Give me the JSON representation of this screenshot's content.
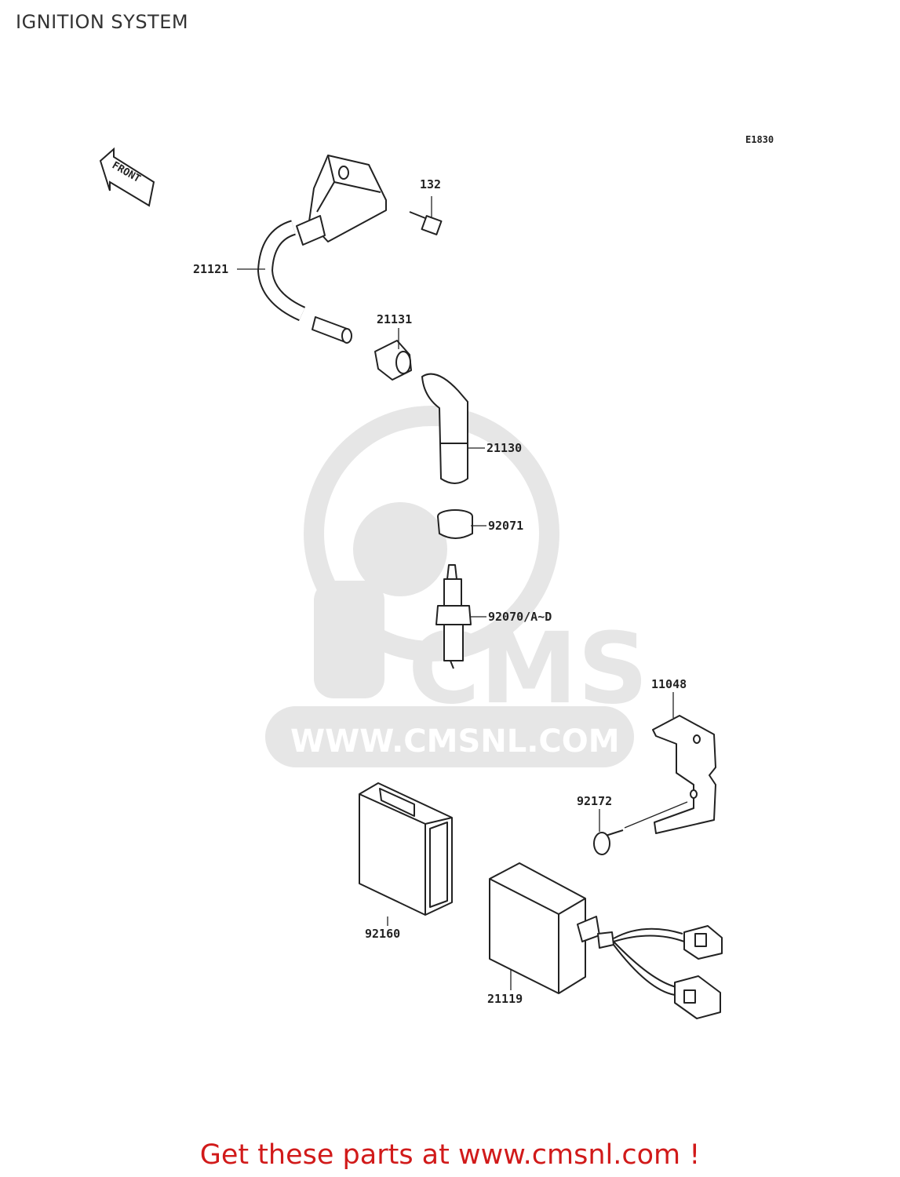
{
  "page": {
    "title": "IGNITION SYSTEM",
    "diagram_code": "E1830",
    "footer": "Get these parts at www.cmsnl.com !"
  },
  "front_arrow": {
    "label": "FRONT"
  },
  "watermark": {
    "logo": "CMS",
    "url": "WWW.CMSNL.COM"
  },
  "parts": [
    {
      "number": "132"
    },
    {
      "number": "21121"
    },
    {
      "number": "21131"
    },
    {
      "number": "21130"
    },
    {
      "number": "92071"
    },
    {
      "number": "92070/A~D"
    },
    {
      "number": "11048"
    },
    {
      "number": "92172"
    },
    {
      "number": "92160"
    },
    {
      "number": "21119"
    }
  ],
  "colors": {
    "footer": "#d11a1a",
    "watermark": "#e4e4e4",
    "lines": "#222222"
  }
}
